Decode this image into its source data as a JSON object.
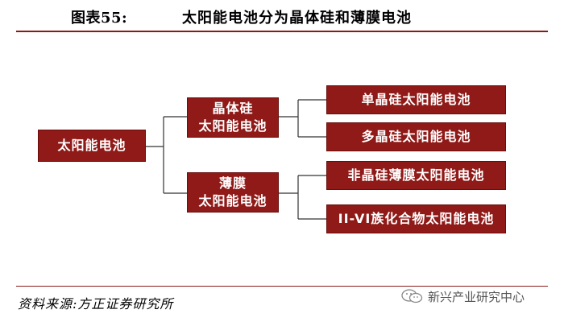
{
  "header": {
    "figure_label": "图表55:",
    "title": "太阳能电池分为晶体硅和薄膜电池"
  },
  "diagram": {
    "root": "太阳能电池",
    "branches": [
      {
        "label_line1": "晶体硅",
        "label_line2": "太阳能电池",
        "children": [
          "单晶硅太阳能电池",
          "多晶硅太阳能电池"
        ]
      },
      {
        "label_line1": "薄膜",
        "label_line2": "太阳能电池",
        "children": [
          "非晶硅薄膜太阳能电池",
          "II-VI族化合物太阳能电池"
        ]
      }
    ],
    "box_color": "#8f1a18",
    "line_color": "#333333"
  },
  "footer": {
    "source": "资料来源:方正证券研究所",
    "watermark": "新兴产业研究中心",
    "watermark_icon": "wechat-icon"
  },
  "colors": {
    "rule": "#8a1a17",
    "box_fill": "#8f1a18"
  }
}
